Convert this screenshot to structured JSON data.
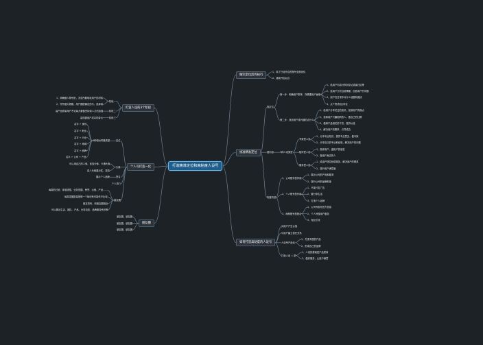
{
  "root": "打造精准定位和高粘度人设号",
  "colors": {
    "background": "#1d2227",
    "line": "#6f7f8c",
    "root_fill": "#1f5d8a",
    "root_border": "#67b6ea"
  },
  "left_branches": [
    {
      "label": "打造人设的3个阶段",
      "children": [
        {
          "label": "阶段一",
          "children": [
            {
              "label": "1、明确做人物号是，决定所要吸收用户的材料"
            },
            {
              "label": "2、作所做大规格，用户圈层确定的与，选择用"
            }
          ]
        },
        {
          "label": "阶段二",
          "children": [
            {
              "label": "高产品质量用户不论量大要做完持续人力的加强"
            }
          ]
        },
        {
          "label": "阶段三",
          "children": [
            {
              "label": "高的超用户成本的量价"
            }
          ]
        }
      ]
    },
    {
      "label": "个人号打造一化",
      "children": [
        {
          "label": "定位",
          "children": [
            {
              "label": "6种相似风格类型",
              "children": [
                {
                  "label": "名字 + 身份"
                },
                {
                  "label": "名字 + 职业"
                },
                {
                  "label": "名字 + 行业"
                },
                {
                  "label": "名字 + 地域"
                },
                {
                  "label": "名字 + 品牌"
                },
                {
                  "label": "名字 + 公司 + 产品"
                }
              ]
            }
          ]
        },
        {
          "label": "头像",
          "children": [
            {
              "label": "可以用自己的人像、宝宝头像、卡通头像"
            },
            {
              "label": "真人头像展示性，更真"
            }
          ]
        },
        {
          "label": "签名",
          "children": [
            {
              "label": "展示个人品牌"
            }
          ]
        },
        {
          "label": "个人简介",
          "children": []
        },
        {
          "label": "朋友圈",
          "children": [
            {
              "label": "每周的日常、体验感悟、业务范围、荣誉、价值、产品……"
            },
            {
              "label": "每周发圈数量按照一个板块有可能先不比较"
            },
            {
              "label": "朋友的有，和朋友圈相近"
            },
            {
              "label": "可以展示生活、团队、产品、业务动态、品牌服务资讯等"
            }
          ]
        }
      ]
    },
    {
      "label": "朋友圈",
      "children": [
        {
          "label": "朋友圈、朋友圈"
        },
        {
          "label": "朋友圈、朋友圈"
        },
        {
          "label": "朋友圈、朋友圈"
        }
      ]
    }
  ],
  "right_branches": [
    {
      "label": "做完定位后的执行",
      "children": [
        {
          "label": "1、除了已经开启的账号全部优化"
        },
        {
          "label": "2、重新开启后台"
        }
      ]
    },
    {
      "label": "找准精准定位",
      "children": [
        {
          "label": "找定位",
          "children": [
            {
              "label": "第一步：明确用户群体、所需要用户画像",
              "children": [
                {
                  "label": "1、给用户内容分享到论坛或者社区等"
                },
                {
                  "label": "2、给用户分析当前需要，回答用户的问题"
                },
                {
                  "label": "3、用户在日常中对什么话题有困扰"
                },
                {
                  "label": "4、点个赞/粉丝/评论"
                }
              ]
            },
            {
              "label": "第二步：找到用户感兴趣的点什么",
              "children": [
                {
                  "label": "1、给用户分享关注的资讯，找到用户的痛点"
                },
                {
                  "label": "2、找和用户兴趣相同的人，做自己的社群"
                },
                {
                  "label": "3、做和产品相关的干货，提供价值"
                },
                {
                  "label": "4、解决用户的需求，引导成交"
                }
              ]
            }
          ]
        },
        {
          "label": "做内容",
          "children": [
            {
              "label": "3种人设类型",
              "children": [
                {
                  "label": "专家型人设",
                  "children": [
                    {
                      "label": "1、分享专业知识，提供专业意见，做专家"
                    },
                    {
                      "label": "2、分享自己的专业和经验，解决用户的问题"
                    }
                  ]
                },
                {
                  "label": "陪伴型人设",
                  "children": [
                    {
                      "label": "1、陪伴用户，做用户的朋友"
                    },
                    {
                      "label": "2、做用户身边的人"
                    }
                  ]
                },
                {
                  "label": "服务型人设",
                  "children": [
                    {
                      "label": "1、给用户提供优质服务，解决用户的需求"
                    },
                    {
                      "label": "2、提升用户满意度"
                    }
                  ]
                }
              ]
            }
          ]
        },
        {
          "label": "构建内容",
          "children": [
            {
              "label": "1、公司账号的作用",
              "children": [
                {
                  "label": "1、展示公司的产品和服务"
                },
                {
                  "label": "2、提升公司的品牌形象"
                }
              ]
            },
            {
              "label": "2、个人账号的作用",
              "children": [
                {
                  "label": "1、不能只发广告"
                },
                {
                  "label": "2、要分享生活"
                },
                {
                  "label": "3、打造个人品牌"
                }
              ]
            },
            {
              "label": "3、两种账号的配合",
              "children": [
                {
                  "label": "1、公司号发布官方信息"
                },
                {
                  "label": "2、个人号做用户服务"
                },
                {
                  "label": "3、相互引流"
                }
              ]
            }
          ]
        }
      ]
    },
    {
      "label": "如何打造高粘度的人设号",
      "children": [
        {
          "label": "对用户产生价值"
        },
        {
          "label": "与用户建立信任关系"
        },
        {
          "label": "人设号产品化",
          "children": [
            {
              "label": "1、打造专属的产品"
            },
            {
              "label": "2、形成自己的品牌"
            }
          ]
        },
        {
          "label": "打造人设 = 质",
          "children": [
            {
              "label": "1、人设的基础是产品质量"
            },
            {
              "label": "2、做好服务，让用户满意"
            }
          ]
        }
      ]
    }
  ]
}
